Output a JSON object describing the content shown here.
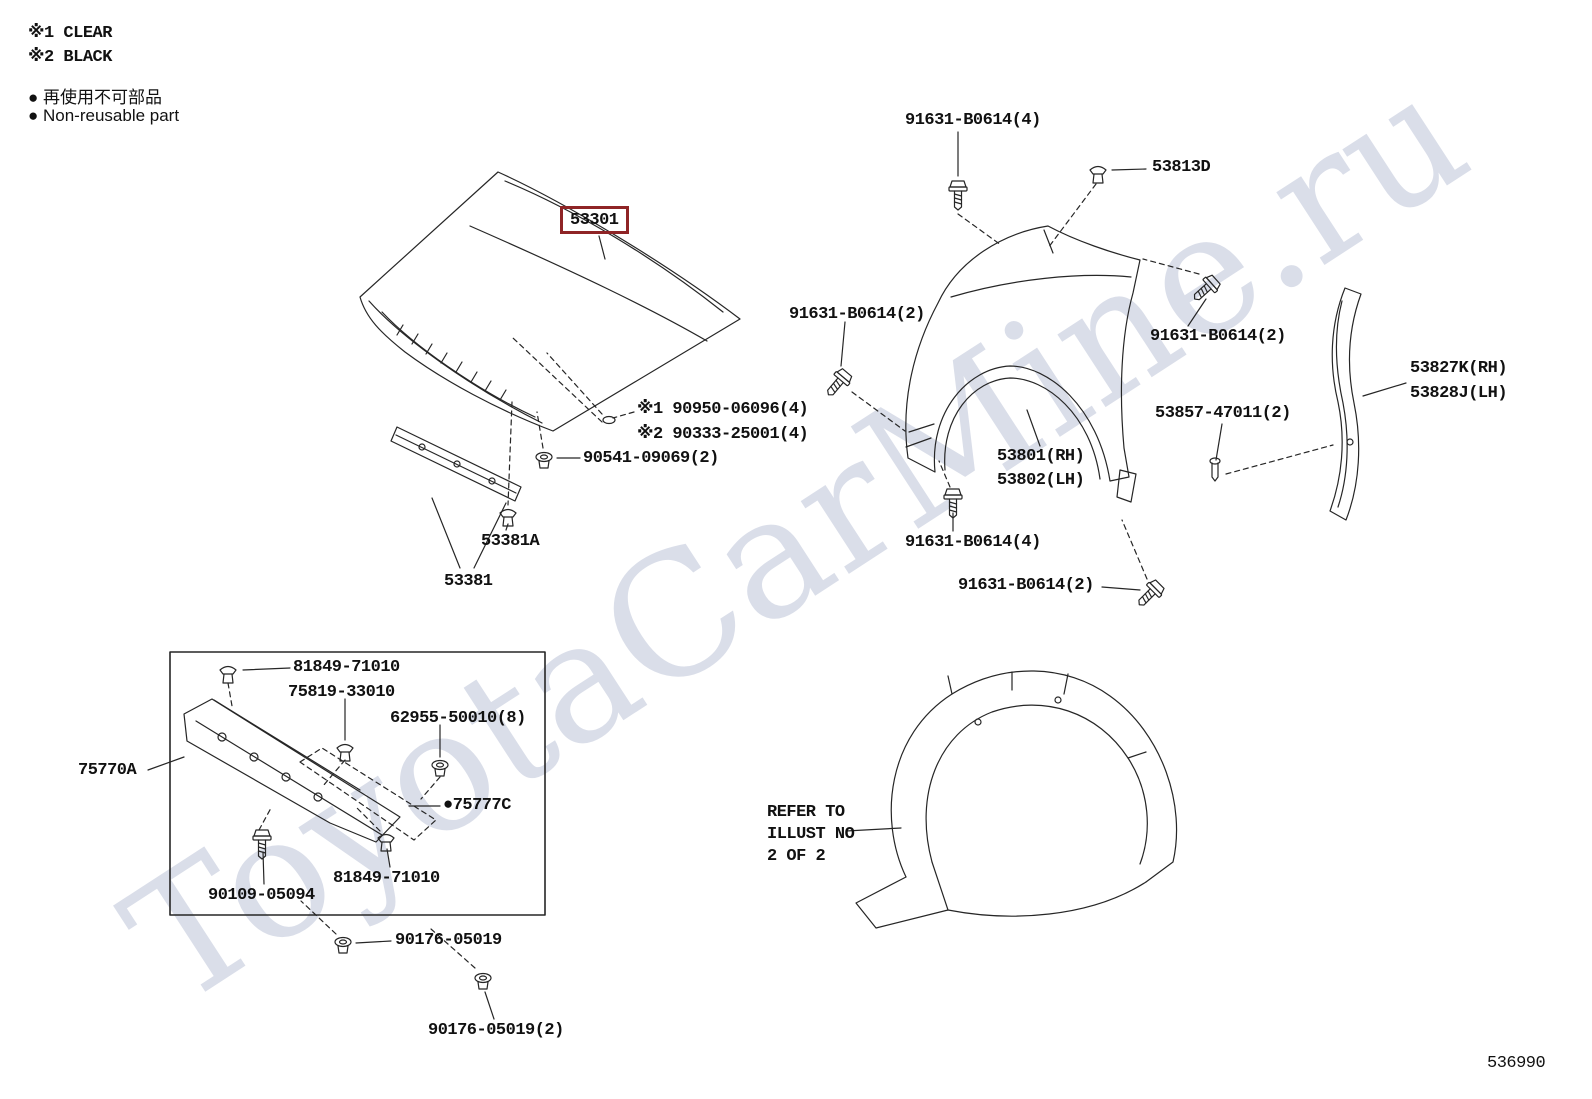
{
  "page": {
    "watermark": "ToyotaCarMine.ru",
    "doc_number": "536990"
  },
  "colors": {
    "highlight": "#8f2426",
    "watermark": "#bdc4d8",
    "ink": "#262626"
  },
  "legend": {
    "note1": "※1 CLEAR",
    "note2": "※2 BLACK",
    "nonreusable_jp": "● 再使用不可部品",
    "nonreusable_en": "● Non-reusable part"
  },
  "parts": {
    "hood_panel": "53301",
    "bolt_fender_upper": "91631-B0614(4)",
    "clip_cowl": "53813D",
    "bolt_fender_front": "91631-B0614(2)",
    "bolt_fender_side": "91631-B0614(2)",
    "protector_rh": "53827K(RH)",
    "protector_lh": "53828J(LH)",
    "retainer": "53857-47011(2)",
    "cushion_clear": "※1 90950-06096(4)",
    "cushion_black": "※2 90333-25001(4)",
    "plug": "90541-09069(2)",
    "fender_rh": "53801(RH)",
    "fender_lh": "53802(LH)",
    "bolt_fender_lower": "91631-B0614(4)",
    "bolt_fender_bottom": "91631-B0614(2)",
    "hood_seal_clip": "53381A",
    "hood_seal": "53381",
    "louver_clip_upper": "81849-71010",
    "louver_clip_front": "75819-33010",
    "louver_grommet": "62955-50010(8)",
    "cowl_louver": "75770A",
    "cowl_packing": "●75777C",
    "louver_clip_lower": "81849-71010",
    "cowl_bolt": "90109-05094",
    "liner_screw": "90176-05019",
    "liner_screw_2": "90176-05019(2)"
  },
  "notes": {
    "refer1": "REFER TO",
    "refer2": "ILLUST NO",
    "refer3": "2 OF 2"
  }
}
